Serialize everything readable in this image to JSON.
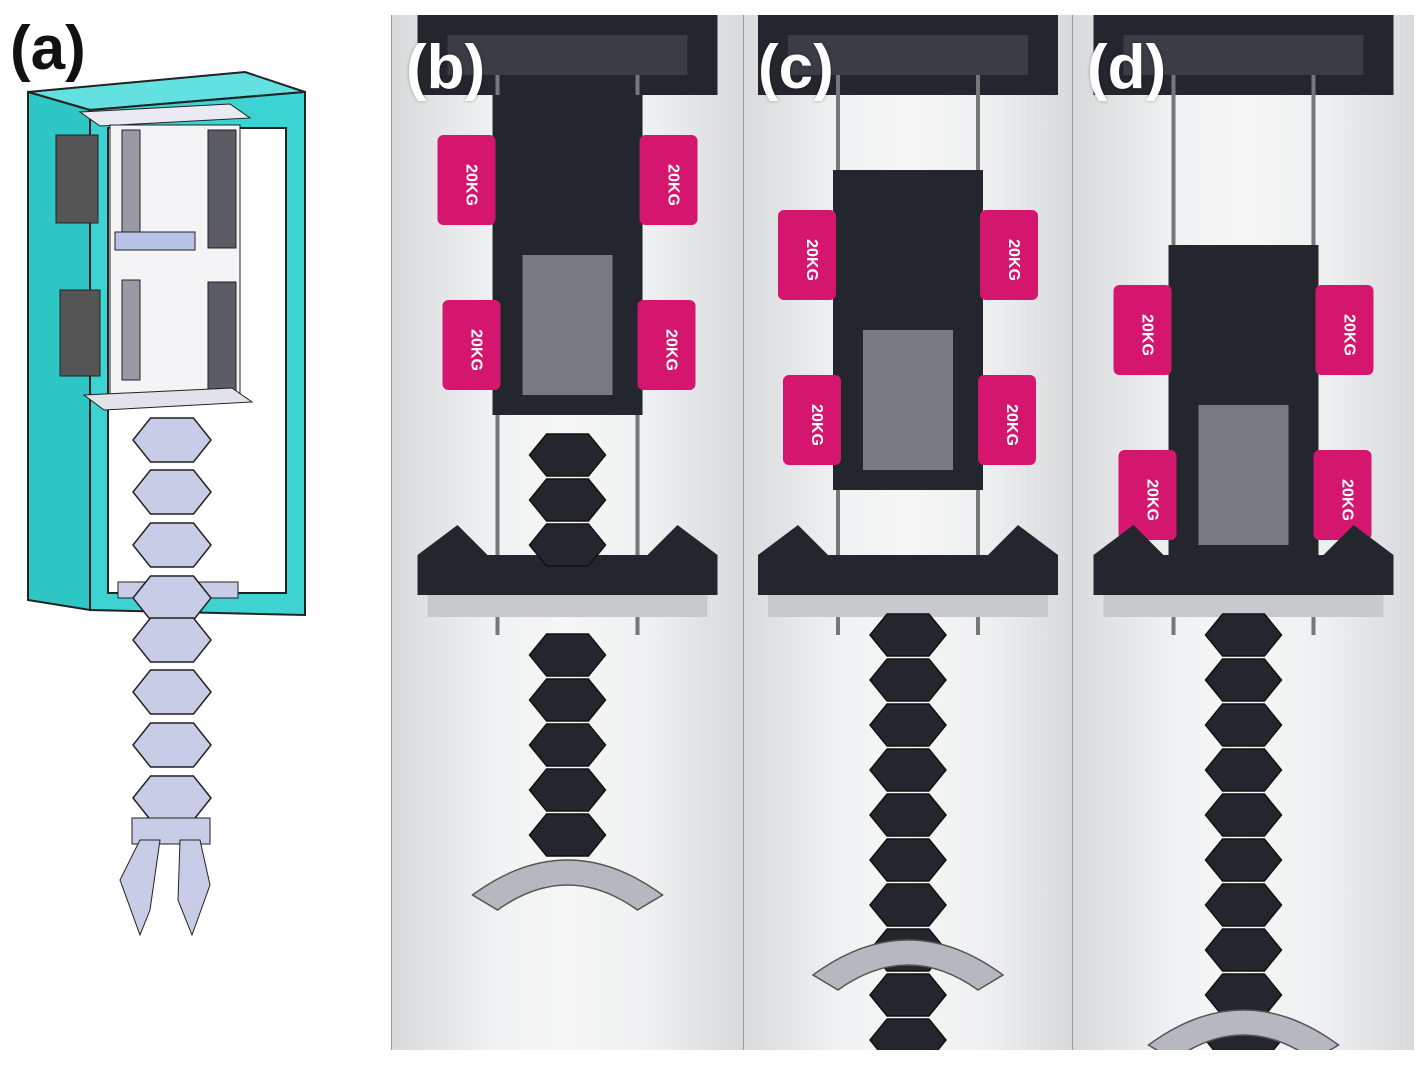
{
  "figure": {
    "panels": [
      {
        "id": "a",
        "label": "(a)",
        "kind": "cad-render",
        "frame_color": "#3dd3d3"
      },
      {
        "id": "b",
        "label": "(b)",
        "kind": "photo",
        "servo_label": "20KG"
      },
      {
        "id": "c",
        "label": "(c)",
        "kind": "photo",
        "servo_label": "20KG"
      },
      {
        "id": "d",
        "label": "(d)",
        "kind": "photo",
        "servo_label": "20KG"
      }
    ]
  },
  "colors": {
    "cad_frame": "#3dd3d3",
    "cad_part": "#c9cce6",
    "servo_body": "#d4166f",
    "printed_part": "#23262c",
    "background_wall": "#eeeff0"
  }
}
